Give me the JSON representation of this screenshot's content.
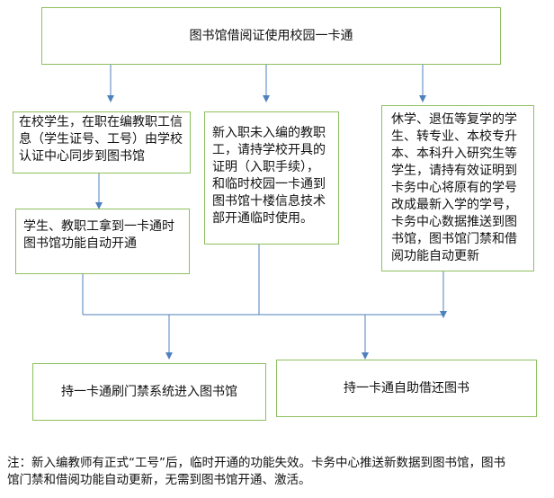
{
  "title_box": "图书馆借阅证使用校园一卡通",
  "branch_left": "在校学生，在职在编教职工信息（学生证号、工号）由学校认证中心同步到图书馆",
  "branch_mid": "新入职未入编的教职工，请持学校开具的证明（入职手续），和临时校园一卡通到图书馆十楼信息技术部开通临时使用。",
  "branch_right": "休学、退伍等复学的学生、转专业、本校专升本、本科升入研究生等学生，请持有效证明到卡务中心将原有的学号改成最新入学的学号，卡务中心数据推送到图书馆，图书馆门禁和借阅功能自动更新",
  "left_result": "学生、教职工拿到一卡通时图书馆功能自动开通",
  "bottom_left": "持一卡通刷门禁系统进入图书馆",
  "bottom_right": "持一卡通自助借还图书",
  "note": "注：新入编教师有正式“工号”后，临时开通的功能失效。卡务中心推送新数据到图书馆，图书馆门禁和借阅功能自动更新，无需到图书馆开通、激活。",
  "colors": {
    "box_border": "#8dbf5e",
    "arrow": "#4f81bd"
  }
}
